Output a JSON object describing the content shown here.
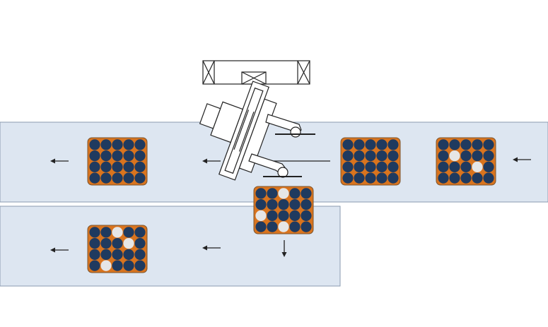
{
  "colors": {
    "conveyor": "#dde6f1",
    "conveyor_edge": "#8a9bb0",
    "tray": "#d9741e",
    "tray_edge": "#7a5530",
    "bottle": "#1f3a5f",
    "empty_slot": "#e6e6e6",
    "machine_fill": "#ffffff",
    "machine_stroke": "#222222"
  },
  "icons": {
    "flow_arrow": "arrow-left-icon",
    "transfer_arrow": "arrow-down-icon"
  },
  "trays": [
    {
      "id": "upper-output-tray",
      "rows": 4,
      "cols": 5,
      "empty": []
    },
    {
      "id": "upper-input-tray-full",
      "rows": 4,
      "cols": 5,
      "empty": []
    },
    {
      "id": "upper-input-tray-defective",
      "rows": 4,
      "cols": 5,
      "empty": [
        [
          1,
          1
        ],
        [
          2,
          3
        ]
      ]
    },
    {
      "id": "reject-tray-on-transfer",
      "rows": 4,
      "cols": 5,
      "empty": [
        [
          0,
          2
        ],
        [
          2,
          0
        ],
        [
          3,
          2
        ]
      ]
    },
    {
      "id": "lower-reject-tray",
      "rows": 4,
      "cols": 5,
      "empty": [
        [
          0,
          2
        ],
        [
          1,
          3
        ],
        [
          3,
          1
        ]
      ]
    }
  ]
}
